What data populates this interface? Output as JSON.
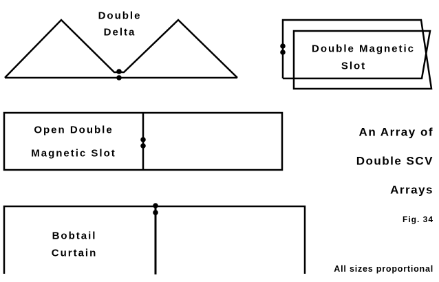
{
  "colors": {
    "background": "#ffffff",
    "ink": "#000000"
  },
  "antennas": {
    "double_delta": {
      "label_line1": "Double",
      "label_line2": "Delta"
    },
    "double_magnetic_slot": {
      "label_line1": "Double Magnetic",
      "label_line2": "Slot"
    },
    "open_double_magnetic_slot": {
      "label_line1": "Open Double",
      "label_line2": "Magnetic Slot"
    },
    "bobtail_curtain": {
      "label_line1": "Bobtail",
      "label_line2": "Curtain"
    }
  },
  "caption": {
    "line1": "An Array of",
    "line2": "Double SCV",
    "line3": "Arrays",
    "fig_number": "Fig. 34",
    "footnote": "All sizes proportional"
  }
}
